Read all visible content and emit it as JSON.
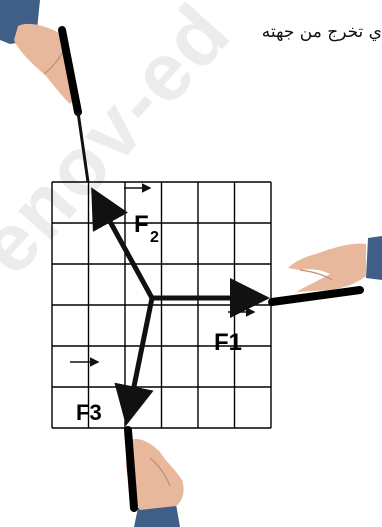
{
  "caption": "ي تخرج من جهته",
  "watermark": "enov-ed",
  "forces": {
    "f1_label": "F1",
    "f2_label": "F",
    "f2_subscript": "2",
    "f3_label": "F3"
  },
  "grid": {
    "columns": 6,
    "rows": 6
  },
  "colors": {
    "grid_line": "#000000",
    "force_vector": "#111111",
    "rope": "#000000",
    "skin": "#e8b89c",
    "sleeve": "#3f5f86",
    "watermark": "#ececec"
  }
}
